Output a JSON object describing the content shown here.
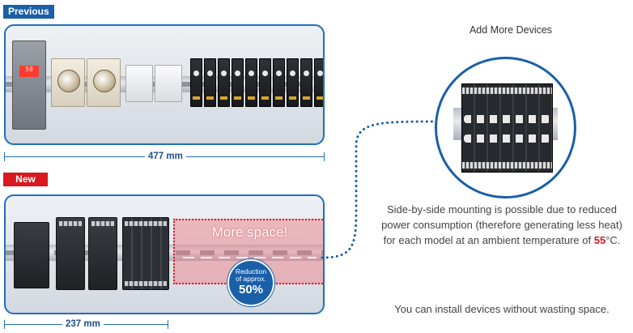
{
  "previous": {
    "tag": "Previous",
    "dimension": "477 mm"
  },
  "new": {
    "tag": "New",
    "dimension": "237 mm",
    "highlight": "More space!",
    "badge": {
      "line1": "Reduction",
      "line2": "of approx.",
      "value": "50%"
    }
  },
  "right": {
    "title": "Add More Devices",
    "description_before": "Side-by-side mounting is possible due to reduced power consumption (therefore generating less heat) for each model at an ambient temperature of ",
    "temperature": "55",
    "temperature_unit": "°C.",
    "footer": "You can install devices without wasting space."
  },
  "led_readout": "50",
  "colors": {
    "accent_blue": "#1a5fa8",
    "accent_red": "#d8191f"
  }
}
